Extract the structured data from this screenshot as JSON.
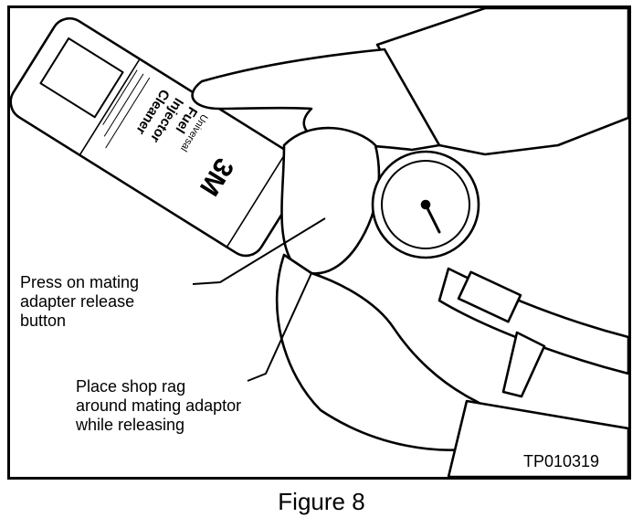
{
  "callouts": {
    "release_button": "Press on mating\nadapter release\nbutton",
    "shop_rag": "Place shop rag\naround mating adaptor\nwhile releasing"
  },
  "can_label": {
    "brand": "3M",
    "line1": "Universal",
    "line2": "Fuel",
    "line3": "Injector",
    "line4": "Cleaner"
  },
  "part_number": "TP010319",
  "caption": "Figure 8"
}
